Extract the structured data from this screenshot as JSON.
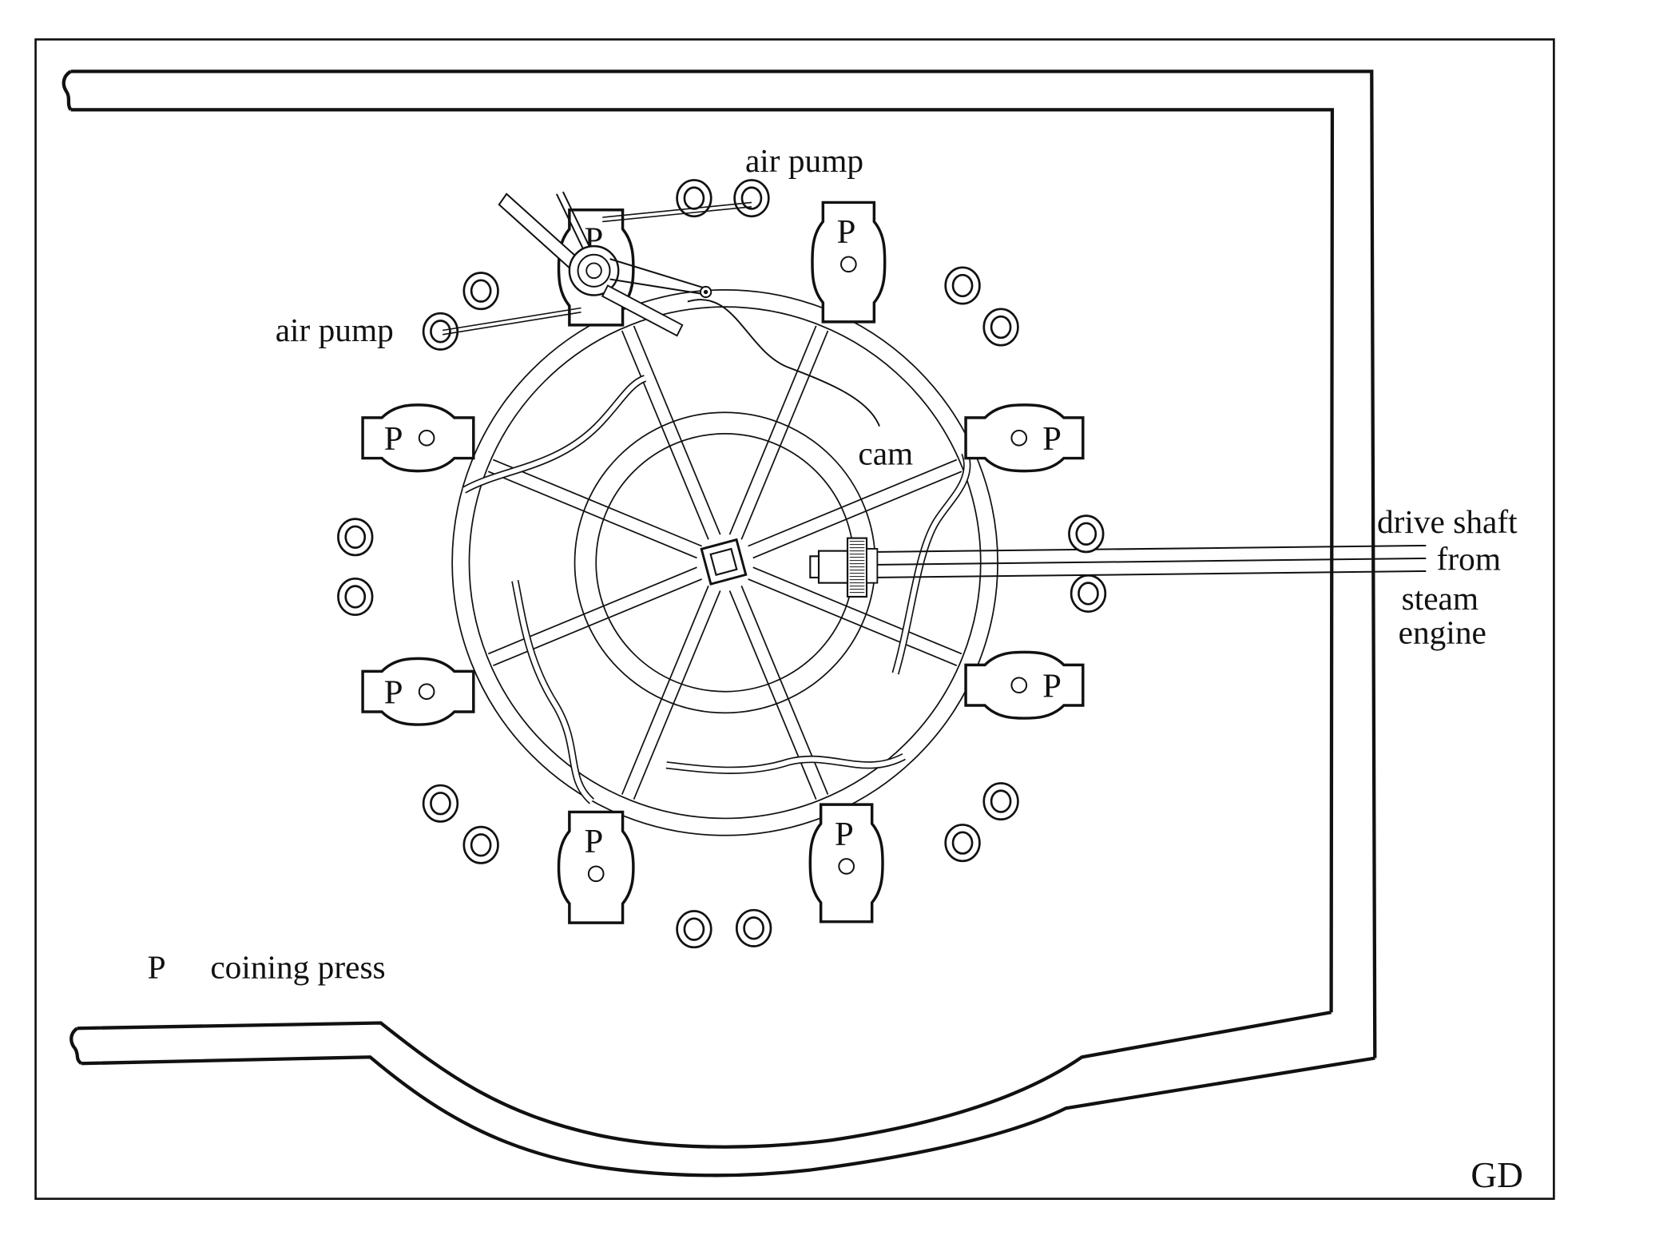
{
  "diagram": {
    "title": "Coining press arrangement",
    "labels": {
      "air_pump_top": "air pump",
      "air_pump_left": "air pump",
      "cam": "cam",
      "drive_shaft_1": "drive shaft",
      "drive_shaft_2": "from",
      "drive_shaft_3": "steam",
      "drive_shaft_4": "engine",
      "legend_symbol": "P",
      "legend_text": "coining press",
      "signature": "GD"
    },
    "press_label": "P",
    "press_count": 8,
    "spoke_count": 8,
    "colors": {
      "ink": "#111111",
      "paper": "#ffffff"
    }
  }
}
